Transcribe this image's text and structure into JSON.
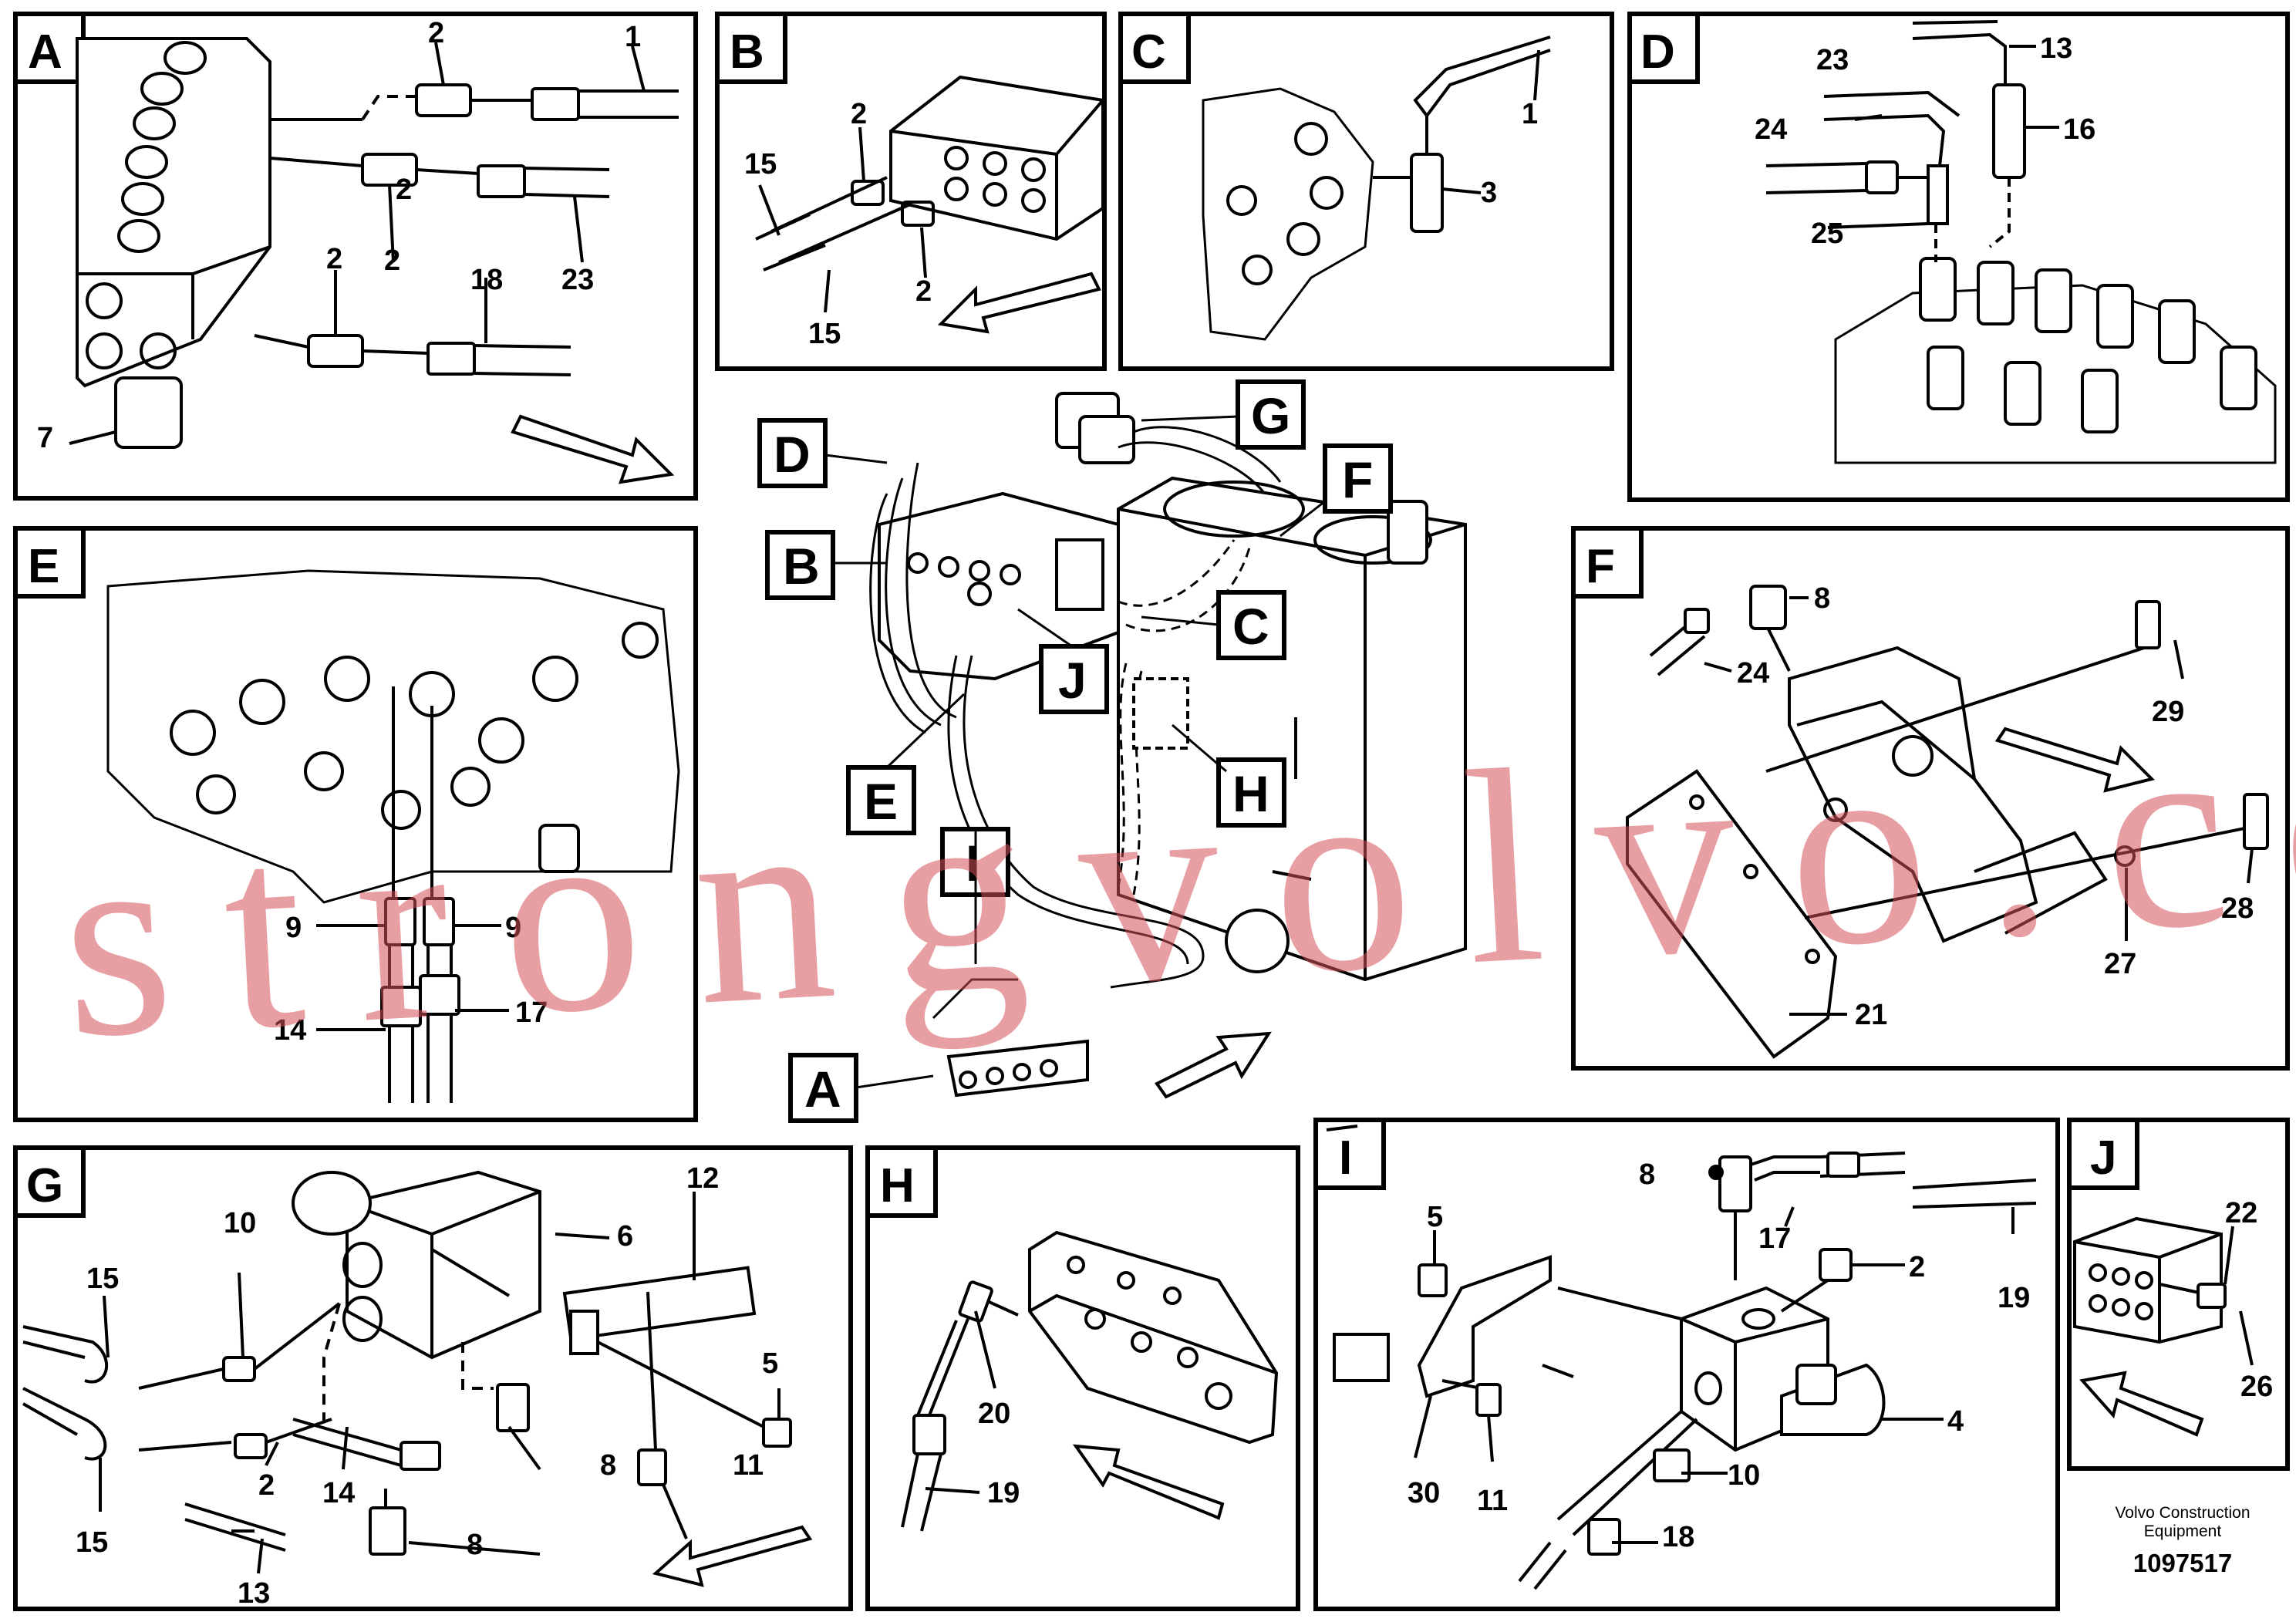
{
  "panels": {
    "A": {
      "letter": "A",
      "callouts": [
        "1",
        "2",
        "2",
        "23",
        "2",
        "18",
        "2",
        "7"
      ]
    },
    "B": {
      "letter": "B",
      "callouts": [
        "2",
        "15",
        "15",
        "2"
      ]
    },
    "C": {
      "letter": "C",
      "callouts": [
        "1",
        "3"
      ]
    },
    "D": {
      "letter": "D",
      "callouts": [
        "23",
        "13",
        "24",
        "16",
        "25"
      ]
    },
    "E": {
      "letter": "E",
      "callouts": [
        "9",
        "9",
        "14",
        "17"
      ]
    },
    "F": {
      "letter": "F",
      "callouts": [
        "8",
        "24",
        "29",
        "28",
        "27",
        "21"
      ]
    },
    "G": {
      "letter": "G",
      "callouts": [
        "10",
        "12",
        "6",
        "15",
        "5",
        "2",
        "14",
        "8",
        "15",
        "11",
        "13",
        "8"
      ]
    },
    "H": {
      "letter": "H",
      "callouts": [
        "20",
        "19"
      ]
    },
    "I": {
      "letter": "I",
      "callouts": [
        "8",
        "5",
        "17",
        "2",
        "19",
        "4",
        "30",
        "11",
        "10",
        "18"
      ]
    },
    "J": {
      "letter": "J",
      "callouts": [
        "22",
        "26"
      ]
    }
  },
  "overview": {
    "labels": [
      "D",
      "G",
      "F",
      "B",
      "C",
      "J",
      "H",
      "E",
      "I",
      "A"
    ]
  },
  "watermark": "strongvolvo.com",
  "footer": {
    "brand_line1": "Volvo Construction",
    "brand_line2": "Equipment",
    "doc_number": "1097517"
  }
}
